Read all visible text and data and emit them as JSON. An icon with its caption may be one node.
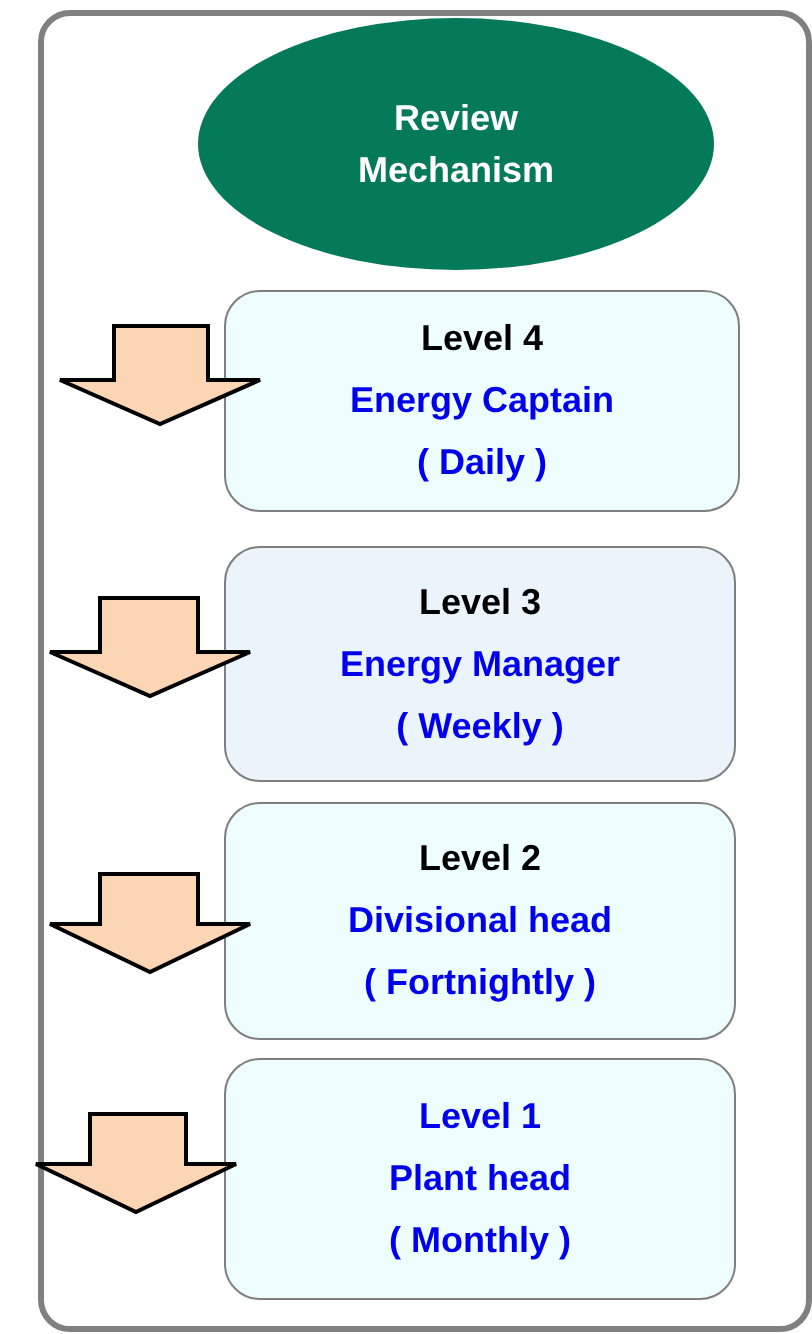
{
  "diagram": {
    "nodes": [
      {
        "text": [],
        "shape": "box"
      },
      {
        "text": [
          "Review Mechanism"
        ],
        "in": 0
      },
      {
        "text": [
          "Level 4",
          "Energy Captain",
          "( Daily )"
        ],
        "in": 0
      },
      {
        "text": [
          "Level 3",
          "Energy Manager",
          "( Weekly )"
        ],
        "in": 0
      },
      {
        "text": [
          "Level 2",
          "Divisional head",
          "( Fortnightly )"
        ],
        "in": 0
      },
      {
        "text": [
          "Level 1",
          "Plant head",
          "( Monthly )"
        ],
        "in": 0
      }
    ]
  }
}
